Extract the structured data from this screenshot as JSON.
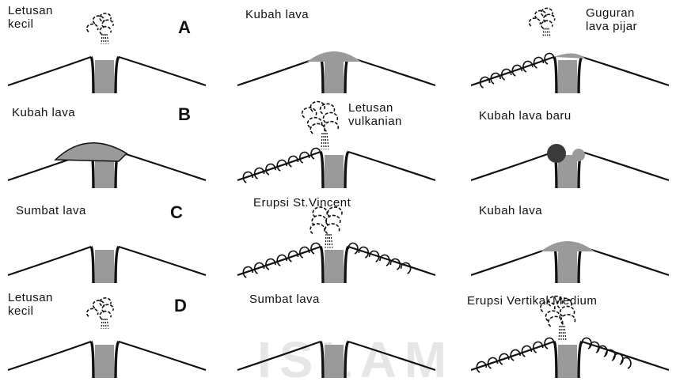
{
  "watermark": "ISLAM",
  "rows": [
    {
      "letter": "A",
      "panels": [
        {
          "label_lines": [
            "Letusan",
            "kecil"
          ],
          "feature": "small-eruption"
        },
        {
          "label_lines": [
            "Kubah lava"
          ],
          "feature": "lava-dome"
        },
        {
          "label_lines": [
            "Guguran",
            "lava pijar"
          ],
          "feature": "glowing-lava-avalanche"
        }
      ]
    },
    {
      "letter": "B",
      "panels": [
        {
          "label_lines": [
            "Kubah lava"
          ],
          "feature": "large-lava-dome"
        },
        {
          "label_lines": [
            "Letusan",
            "vulkanian"
          ],
          "feature": "vulcanian-eruption"
        },
        {
          "label_lines": [
            "Kubah lava baru"
          ],
          "feature": "new-lava-dome"
        }
      ]
    },
    {
      "letter": "C",
      "panels": [
        {
          "label_lines": [
            "Sumbat lava"
          ],
          "feature": "lava-plug"
        },
        {
          "label_lines": [
            "Erupsi St.Vincent"
          ],
          "feature": "st-vincent-eruption"
        },
        {
          "label_lines": [
            "Kubah lava"
          ],
          "feature": "lava-dome"
        }
      ]
    },
    {
      "letter": "D",
      "panels": [
        {
          "label_lines": [
            "Letusan",
            "kecil"
          ],
          "feature": "small-eruption"
        },
        {
          "label_lines": [
            "Sumbat lava"
          ],
          "feature": "lava-plug"
        },
        {
          "label_lines": [
            "Erupsi Vertikal Medium"
          ],
          "feature": "medium-vertical-eruption"
        }
      ]
    }
  ],
  "colors": {
    "line": "#111111",
    "lava": "#9a9a9a",
    "dark_lava": "#3a3a3a",
    "watermark": "#e6e6e6"
  }
}
